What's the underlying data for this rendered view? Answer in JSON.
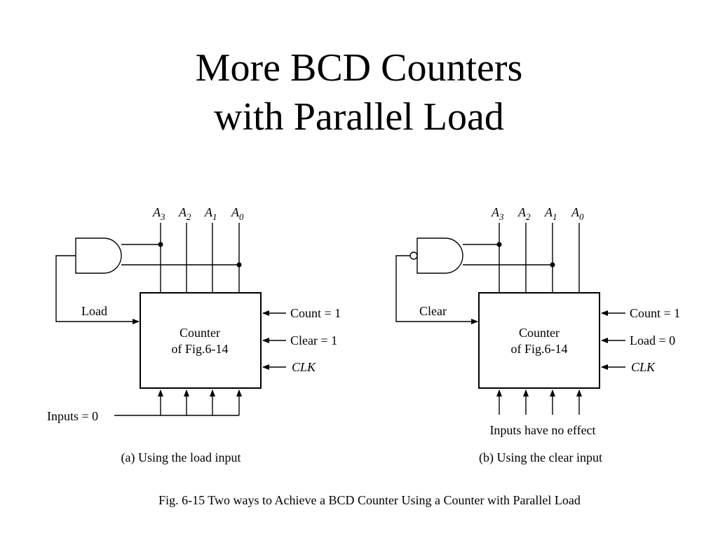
{
  "slide": {
    "title_line1": "More BCD Counters",
    "title_line2": "with Parallel Load"
  },
  "diagram_a": {
    "outputs": [
      {
        "name": "A",
        "sub": "3"
      },
      {
        "name": "A",
        "sub": "2"
      },
      {
        "name": "A",
        "sub": "1"
      },
      {
        "name": "A",
        "sub": "0"
      }
    ],
    "feedback_label": "Load",
    "counter_line1": "Counter",
    "counter_line2": "of Fig.6-14",
    "count_label": "Count = 1",
    "control_label": "Clear = 1",
    "clk_label": "CLK",
    "inputs_label": "Inputs = 0",
    "caption": "(a) Using the load input"
  },
  "diagram_b": {
    "outputs": [
      {
        "name": "A",
        "sub": "3"
      },
      {
        "name": "A",
        "sub": "2"
      },
      {
        "name": "A",
        "sub": "1"
      },
      {
        "name": "A",
        "sub": "0"
      }
    ],
    "feedback_label": "Clear",
    "counter_line1": "Counter",
    "counter_line2": "of Fig.6-14",
    "count_label": "Count = 1",
    "control_label": "Load = 0",
    "clk_label": "CLK",
    "inputs_label": "Inputs have no effect",
    "caption": "(b) Using the clear input"
  },
  "figure_caption": "Fig. 6-15  Two ways to Achieve a BCD Counter Using a Counter with Parallel Load"
}
